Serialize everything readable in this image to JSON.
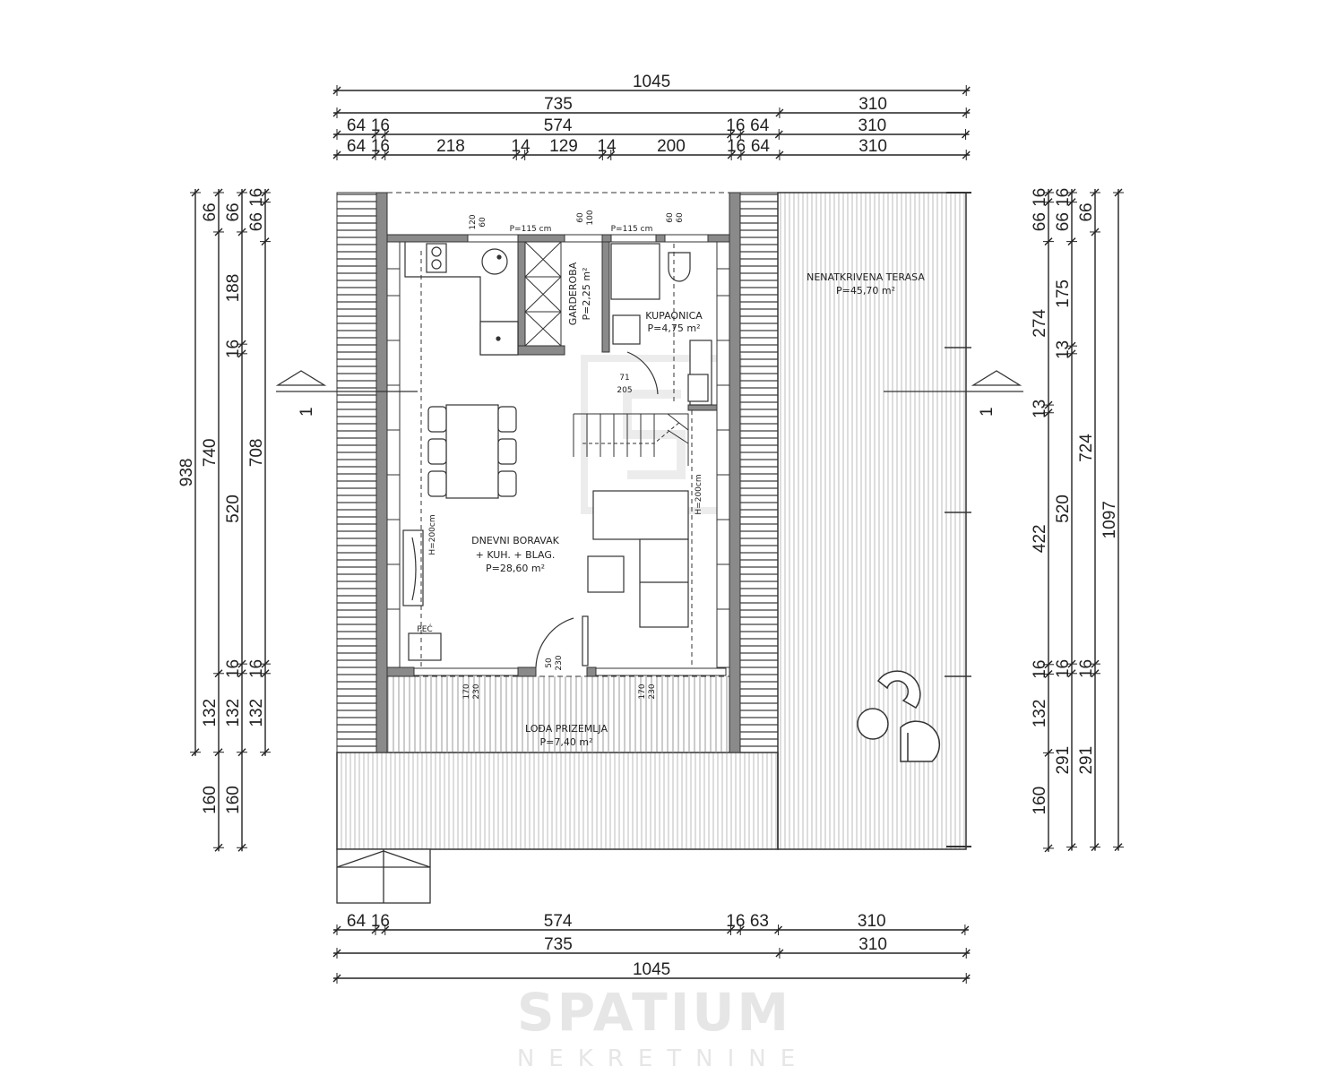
{
  "drawing": {
    "rooms": {
      "living": {
        "name": "DNEVNI BORAVAK",
        "sub": "+ KUH. + BLAG.",
        "area": "P=28,60 m²"
      },
      "wardrobe": {
        "name": "GARDEROBA",
        "area": "P=2,25 m²"
      },
      "bathroom": {
        "name": "KUPAONICA",
        "area": "P=4,75 m²"
      },
      "loggia": {
        "name": "LOĐA PRIZEMLJA",
        "area": "P=7,40 m²"
      },
      "terrace": {
        "name": "NENATKRIVENA TERASA",
        "area": "P=45,70 m²"
      }
    },
    "notes": {
      "window_left": "P=115 cm",
      "window_right": "P=115 cm",
      "win1_top": "120",
      "win1_bot": "60",
      "win2_top": "60",
      "win2_bot": "100",
      "win3_top": "60",
      "win3_bot": "60",
      "door_w": "71",
      "door_h": "205",
      "height_left": "H=200cm",
      "height_right": "H=200cm",
      "stove": "PEĆ",
      "door_main_top": "50",
      "door_main_bot": "230",
      "loggia_win1_top": "170",
      "loggia_win1_bot": "230",
      "loggia_win2_top": "170",
      "loggia_win2_bot": "230",
      "section_left": "1",
      "section_right": "1"
    },
    "watermark": {
      "line1": "SPATIUM",
      "line2": "NEKRETNINE"
    }
  },
  "dimensions": {
    "unit": "cm",
    "top": [
      [
        1045
      ],
      [
        735,
        310
      ],
      [
        64,
        16,
        574,
        16,
        64,
        310
      ],
      [
        64,
        16,
        218,
        14,
        129,
        14,
        200,
        16,
        64,
        310
      ]
    ],
    "bottom": [
      [
        64,
        16,
        574,
        16,
        63,
        310
      ],
      [
        735,
        310
      ],
      [
        1045
      ]
    ],
    "left": [
      [
        938
      ],
      [
        66,
        740,
        132,
        160
      ],
      [
        66,
        188,
        16,
        520,
        16,
        132,
        160
      ],
      [
        16,
        66,
        708,
        16,
        132
      ]
    ],
    "right": [
      [
        16,
        66,
        274,
        13,
        422,
        16,
        132,
        160
      ],
      [
        16,
        66,
        175,
        13,
        520,
        16,
        291
      ],
      [
        66,
        724,
        16,
        291
      ],
      [
        1097
      ]
    ]
  }
}
